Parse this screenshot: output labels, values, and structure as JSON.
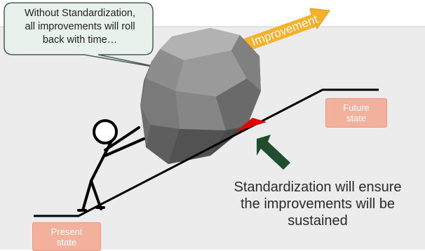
{
  "speech_bubble": {
    "lines": [
      "Without Standardization,",
      "all improvements will roll",
      "back with time…"
    ]
  },
  "improvement_arrow": {
    "label": "Improvement",
    "color": "#f6b12a"
  },
  "future_state": {
    "lines": [
      "Future",
      "state"
    ]
  },
  "present_state": {
    "lines": [
      "Present",
      "state"
    ]
  },
  "caption": {
    "lines": [
      "Standardization will ensure",
      "the improvements will be",
      "sustained"
    ]
  },
  "colors": {
    "background_top": "#ffffff",
    "background_bottom": "#ececec",
    "slope": "#000000",
    "rock": "#7d7d7d",
    "wedge": "#e00000",
    "pointer_arrow": "#1f4e2e",
    "state_box": "#f3b19d"
  }
}
